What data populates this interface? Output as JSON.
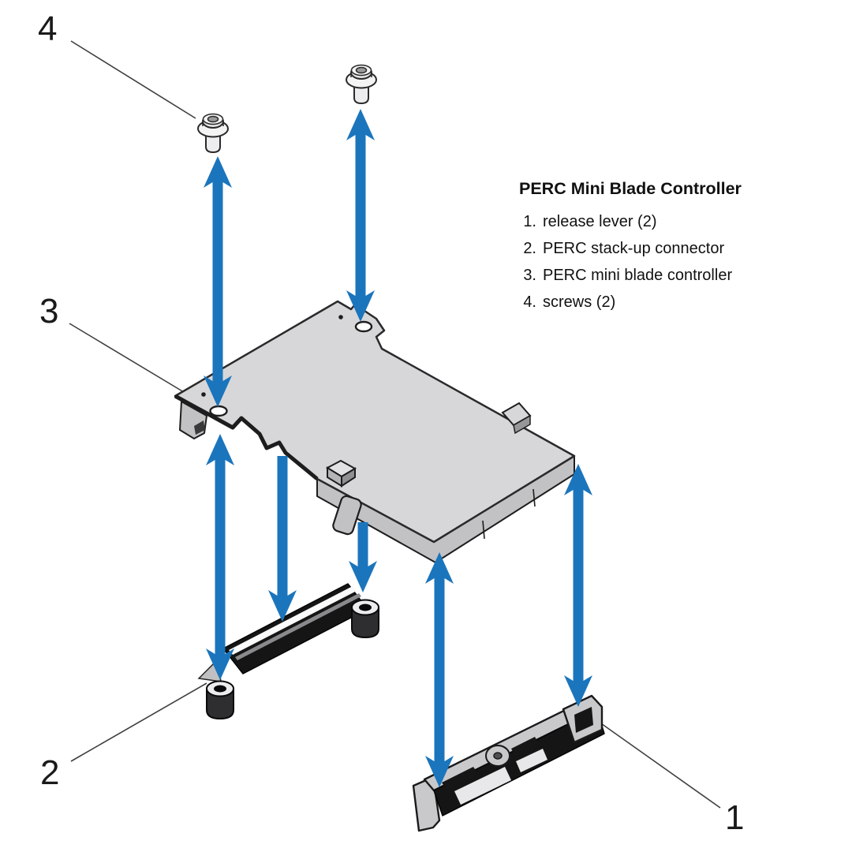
{
  "figure": {
    "type": "hardware-installation-diagram",
    "subject": "PERC Mini Blade Controller exploded view"
  },
  "legend": {
    "title": "PERC Mini Blade Controller",
    "items": [
      {
        "num": "1.",
        "label": "release lever (2)"
      },
      {
        "num": "2.",
        "label": "PERC stack-up connector"
      },
      {
        "num": "3.",
        "label": "PERC mini blade controller"
      },
      {
        "num": "4.",
        "label": "screws (2)"
      }
    ]
  },
  "callouts": {
    "c1": "1",
    "c2": "2",
    "c3": "3",
    "c4": "4"
  },
  "colors": {
    "arrow_blue": "#1b75bc",
    "board_top": "#d7d7d9",
    "board_side": "#c2c2c4",
    "outline": "#2a2a2a",
    "connector_black": "#151515",
    "callout_line": "#3f3f3f",
    "text": "#111111",
    "background": "#ffffff"
  }
}
